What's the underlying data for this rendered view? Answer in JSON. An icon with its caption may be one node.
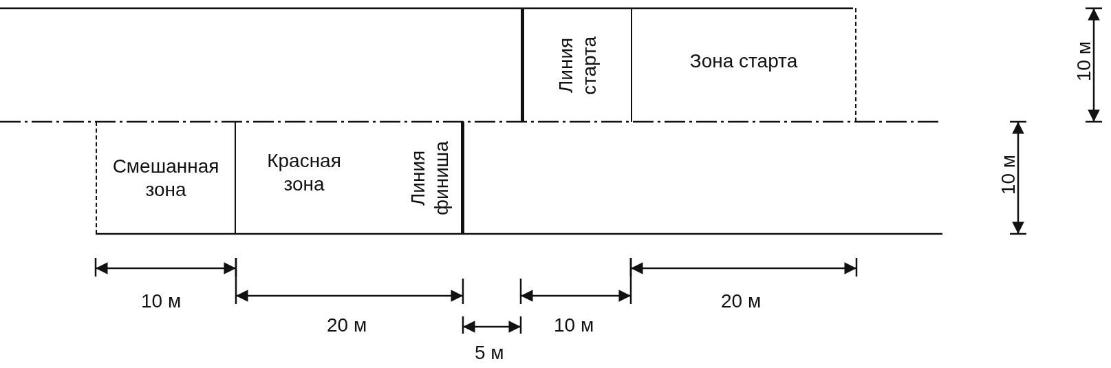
{
  "diagram": {
    "nodes": [
      {
        "text": [
          "Линия старта"
        ]
      },
      {
        "text": [
          "Зона старта"
        ]
      },
      {
        "text": [
          "Смешанная зона"
        ]
      },
      {
        "text": [
          "Красная зона"
        ]
      },
      {
        "text": [
          "Линия финиша"
        ]
      }
    ],
    "labels": [
      "10 м",
      "10 м",
      "10 м",
      "20 м",
      "5 м",
      "10 м",
      "20 м"
    ]
  }
}
